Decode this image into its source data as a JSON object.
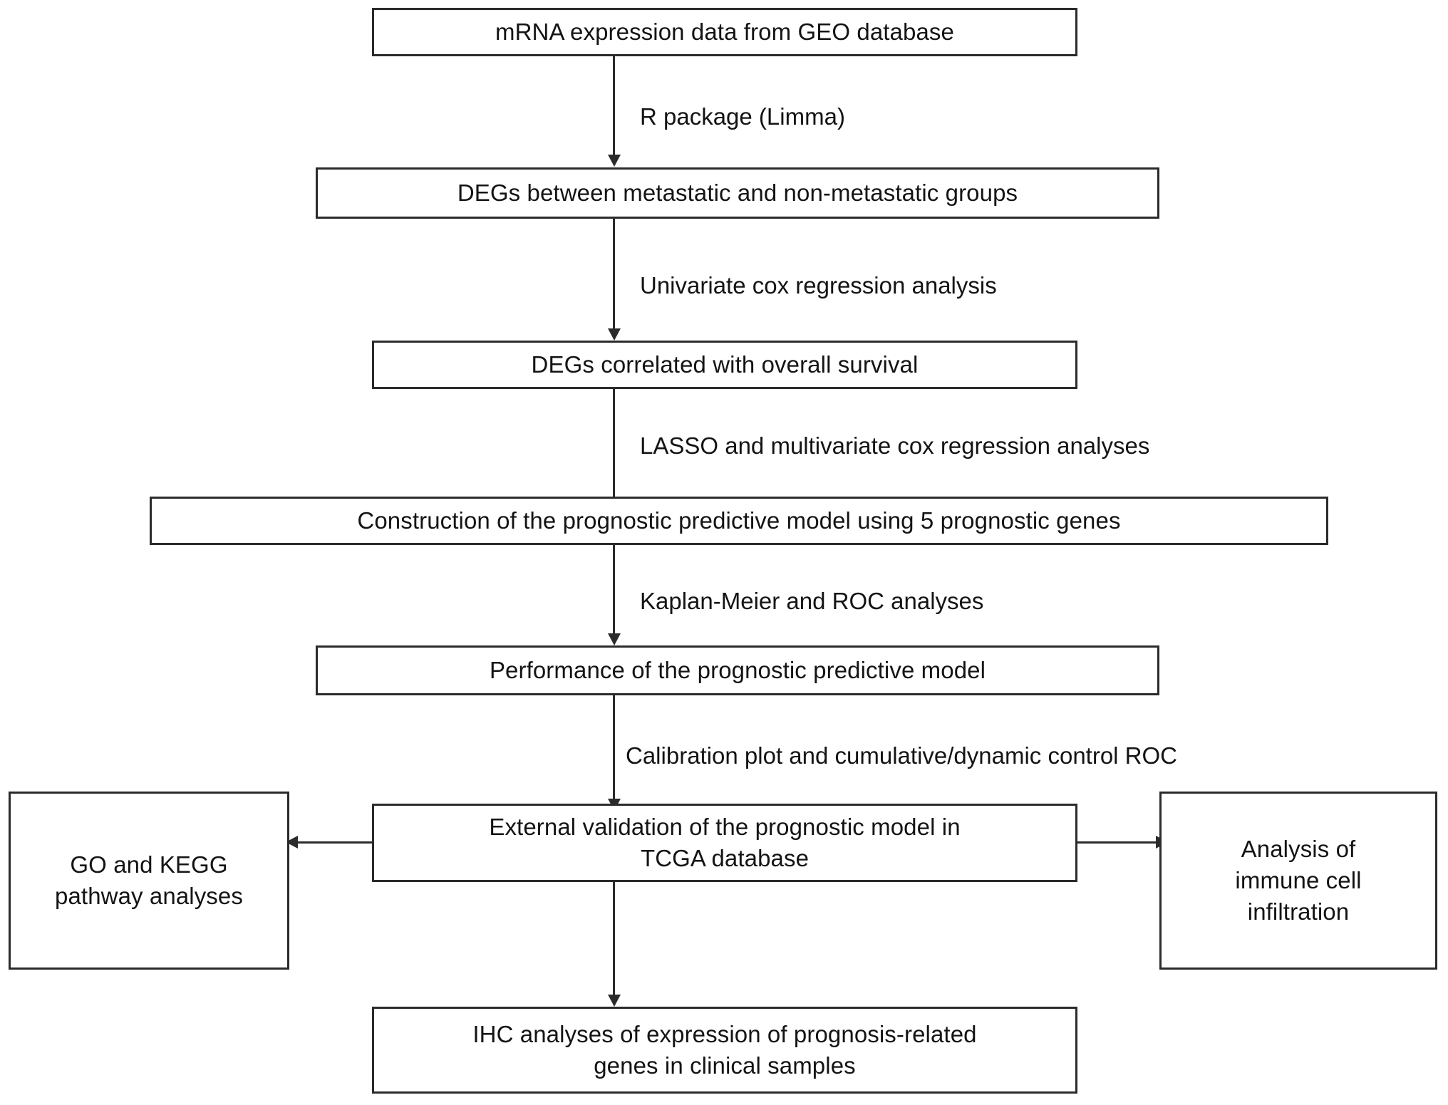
{
  "diagram": {
    "type": "flowchart",
    "orientation": "top-to-bottom",
    "nodes": [
      {
        "id": "n1",
        "label": "mRNA expression data from GEO database"
      },
      {
        "id": "n2",
        "label": "DEGs between metastatic and non-metastatic groups"
      },
      {
        "id": "n3",
        "label": "DEGs correlated with overall survival"
      },
      {
        "id": "n4",
        "label": "Construction of the prognostic predictive model using 5 prognostic genes"
      },
      {
        "id": "n5",
        "label": "Performance of the prognostic predictive model"
      },
      {
        "id": "n6",
        "label": "External validation of the prognostic model in\nTCGA database"
      },
      {
        "id": "n7",
        "label": "GO and KEGG\npathway analyses"
      },
      {
        "id": "n8",
        "label": "Analysis of\nimmune cell\ninfiltration"
      },
      {
        "id": "n9",
        "label": "IHC analyses of expression of prognosis-related\ngenes in clinical samples"
      }
    ],
    "edges": [
      {
        "id": "e1",
        "from": "n1",
        "to": "n2",
        "label": "R package (Limma)",
        "direction": "down"
      },
      {
        "id": "e2",
        "from": "n2",
        "to": "n3",
        "label": "Univariate cox regression analysis",
        "direction": "down"
      },
      {
        "id": "e3",
        "from": "n3",
        "to": "n4",
        "label": "LASSO and multivariate cox regression analyses",
        "direction": "down"
      },
      {
        "id": "e4",
        "from": "n4",
        "to": "n5",
        "label": "Kaplan-Meier and ROC analyses",
        "direction": "down"
      },
      {
        "id": "e5",
        "from": "n5",
        "to": "n6",
        "label": "Calibration plot and cumulative/dynamic control ROC",
        "direction": "down"
      },
      {
        "id": "e6",
        "from": "n6",
        "to": "n7",
        "label": "",
        "direction": "left"
      },
      {
        "id": "e7",
        "from": "n6",
        "to": "n8",
        "label": "",
        "direction": "right"
      },
      {
        "id": "e8",
        "from": "n6",
        "to": "n9",
        "label": "",
        "direction": "down"
      }
    ],
    "colors": {
      "stroke": "#2b2b2b",
      "text": "#141414",
      "background": "#ffffff"
    }
  }
}
